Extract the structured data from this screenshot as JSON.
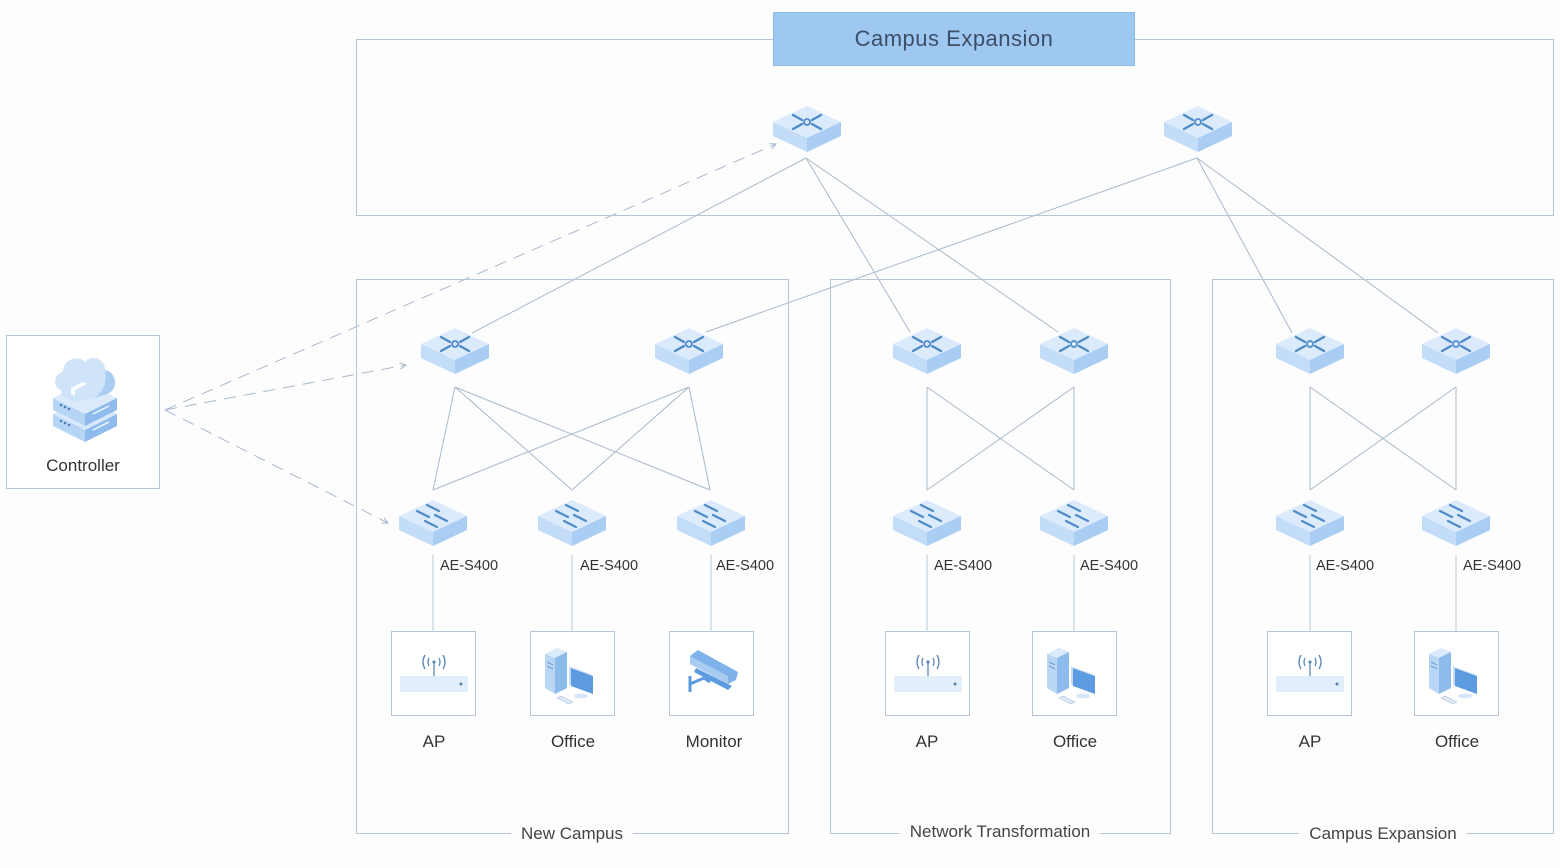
{
  "title": "Campus Expansion",
  "controller": {
    "label": "Controller",
    "icon": "cloud-server-icon"
  },
  "core": {
    "devices": [
      {
        "id": "core-1",
        "type": "router"
      },
      {
        "id": "core-2",
        "type": "router"
      }
    ]
  },
  "groups": [
    {
      "label": "New Campus",
      "aggregation": [
        {
          "id": "nc-agg-1",
          "type": "router"
        },
        {
          "id": "nc-agg-2",
          "type": "router"
        }
      ],
      "access": [
        {
          "id": "nc-acc-1",
          "type": "switch",
          "model": "AE-S400",
          "endpoint": {
            "label": "AP",
            "icon": "access-point-icon"
          }
        },
        {
          "id": "nc-acc-2",
          "type": "switch",
          "model": "AE-S400",
          "endpoint": {
            "label": "Office",
            "icon": "desktop-computer-icon"
          }
        },
        {
          "id": "nc-acc-3",
          "type": "switch",
          "model": "AE-S400",
          "endpoint": {
            "label": "Monitor",
            "icon": "security-camera-icon"
          }
        }
      ]
    },
    {
      "label": "Network Transformation",
      "aggregation": [
        {
          "id": "nt-agg-1",
          "type": "router"
        },
        {
          "id": "nt-agg-2",
          "type": "router"
        }
      ],
      "access": [
        {
          "id": "nt-acc-1",
          "type": "switch",
          "model": "AE-S400",
          "endpoint": {
            "label": "AP",
            "icon": "access-point-icon"
          }
        },
        {
          "id": "nt-acc-2",
          "type": "switch",
          "model": "AE-S400",
          "endpoint": {
            "label": "Office",
            "icon": "desktop-computer-icon"
          }
        }
      ]
    },
    {
      "label": "Campus Expansion",
      "aggregation": [
        {
          "id": "ce-agg-1",
          "type": "router"
        },
        {
          "id": "ce-agg-2",
          "type": "router"
        }
      ],
      "access": [
        {
          "id": "ce-acc-1",
          "type": "switch",
          "model": "AE-S400",
          "endpoint": {
            "label": "AP",
            "icon": "access-point-icon"
          }
        },
        {
          "id": "ce-acc-2",
          "type": "switch",
          "model": "AE-S400",
          "endpoint": {
            "label": "Office",
            "icon": "desktop-computer-icon"
          }
        }
      ]
    }
  ],
  "colors": {
    "banner": "#9ec8f2",
    "line": "#a9b9cb",
    "device_top": "#dcebfb",
    "device_side": "#a9cdf3",
    "device_glyph": "#4f8bc9"
  }
}
